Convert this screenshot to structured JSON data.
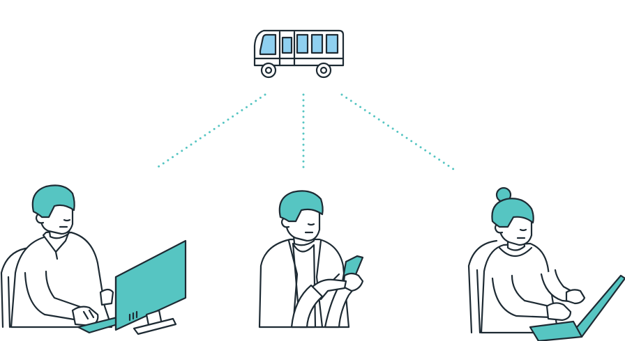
{
  "colors": {
    "accent": "#56c5c2",
    "window": "#8fd0f0",
    "outline": "#1d2a33",
    "dots": "#56c5c2"
  },
  "icons": {
    "bus": "bus-icon",
    "monitor": "desktop-monitor-icon",
    "phone": "smartphone-icon",
    "laptop": "laptop-icon"
  },
  "people": [
    {
      "role": "desktop-worker"
    },
    {
      "role": "phone-user"
    },
    {
      "role": "laptop-worker"
    }
  ]
}
